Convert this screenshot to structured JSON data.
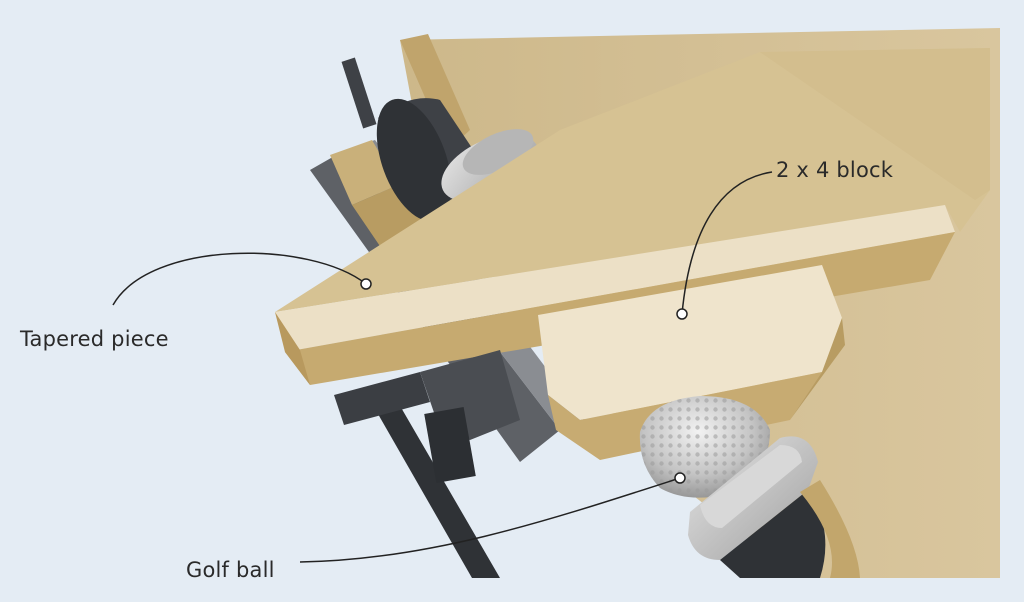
{
  "labels": {
    "tapered_piece": "Tapered piece",
    "block": "2 x 4 block",
    "golf_ball": "Golf ball"
  },
  "colors": {
    "background": "#e4ecf4",
    "wood_top": "#d4c094",
    "wood_edge": "#c2a66c",
    "light_wood": "#ece0c6",
    "dark_metal": "#4a4d52",
    "silver": "#c9c9c9",
    "leader_line": "#222222"
  }
}
